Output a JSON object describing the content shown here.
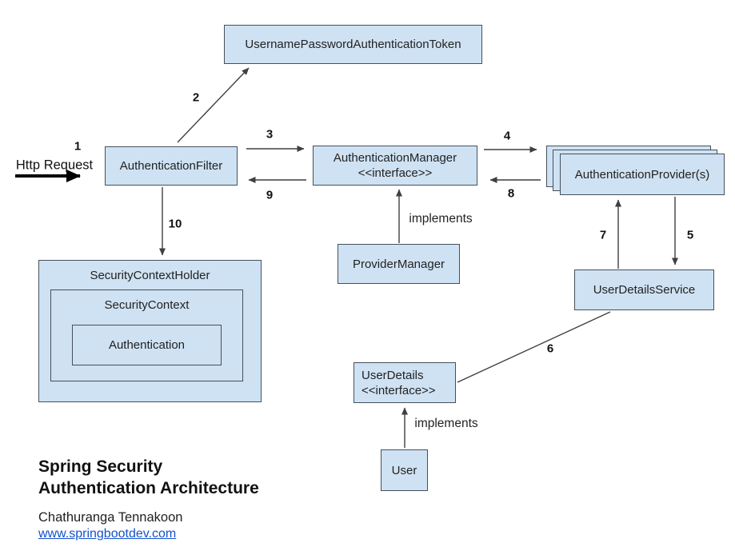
{
  "colors": {
    "node_fill": "#cfe2f3",
    "node_border": "#45505b",
    "line_color": "#3f3f3f",
    "link_color": "#1352c9",
    "text_color": "#1b1b1b"
  },
  "nodes": {
    "token": {
      "label": "UsernamePasswordAuthenticationToken"
    },
    "filter": {
      "label": "AuthenticationFilter"
    },
    "manager": {
      "label": "AuthenticationManager",
      "stereotype": "<<interface>>"
    },
    "providers": {
      "label": "AuthenticationProvider(s)"
    },
    "provider_manager": {
      "label": "ProviderManager"
    },
    "user_details_service": {
      "label": "UserDetailsService"
    },
    "security_context_holder": {
      "label": "SecurityContextHolder"
    },
    "security_context": {
      "label": "SecurityContext"
    },
    "authentication": {
      "label": "Authentication"
    },
    "user_details": {
      "label": "UserDetails",
      "stereotype": "<<interface>>"
    },
    "user": {
      "label": "User"
    }
  },
  "edge_labels": {
    "step1": "1",
    "step2": "2",
    "step3": "3",
    "step4": "4",
    "step5": "5",
    "step6": "6",
    "step7": "7",
    "step8": "8",
    "step9": "9",
    "step10": "10",
    "http_request": "Http Request",
    "implements_manager": "implements",
    "implements_user": "implements"
  },
  "footer": {
    "title_line1": "Spring Security",
    "title_line2": "Authentication Architecture",
    "author": "Chathuranga Tennakoon",
    "website": "www.springbootdev.com"
  }
}
